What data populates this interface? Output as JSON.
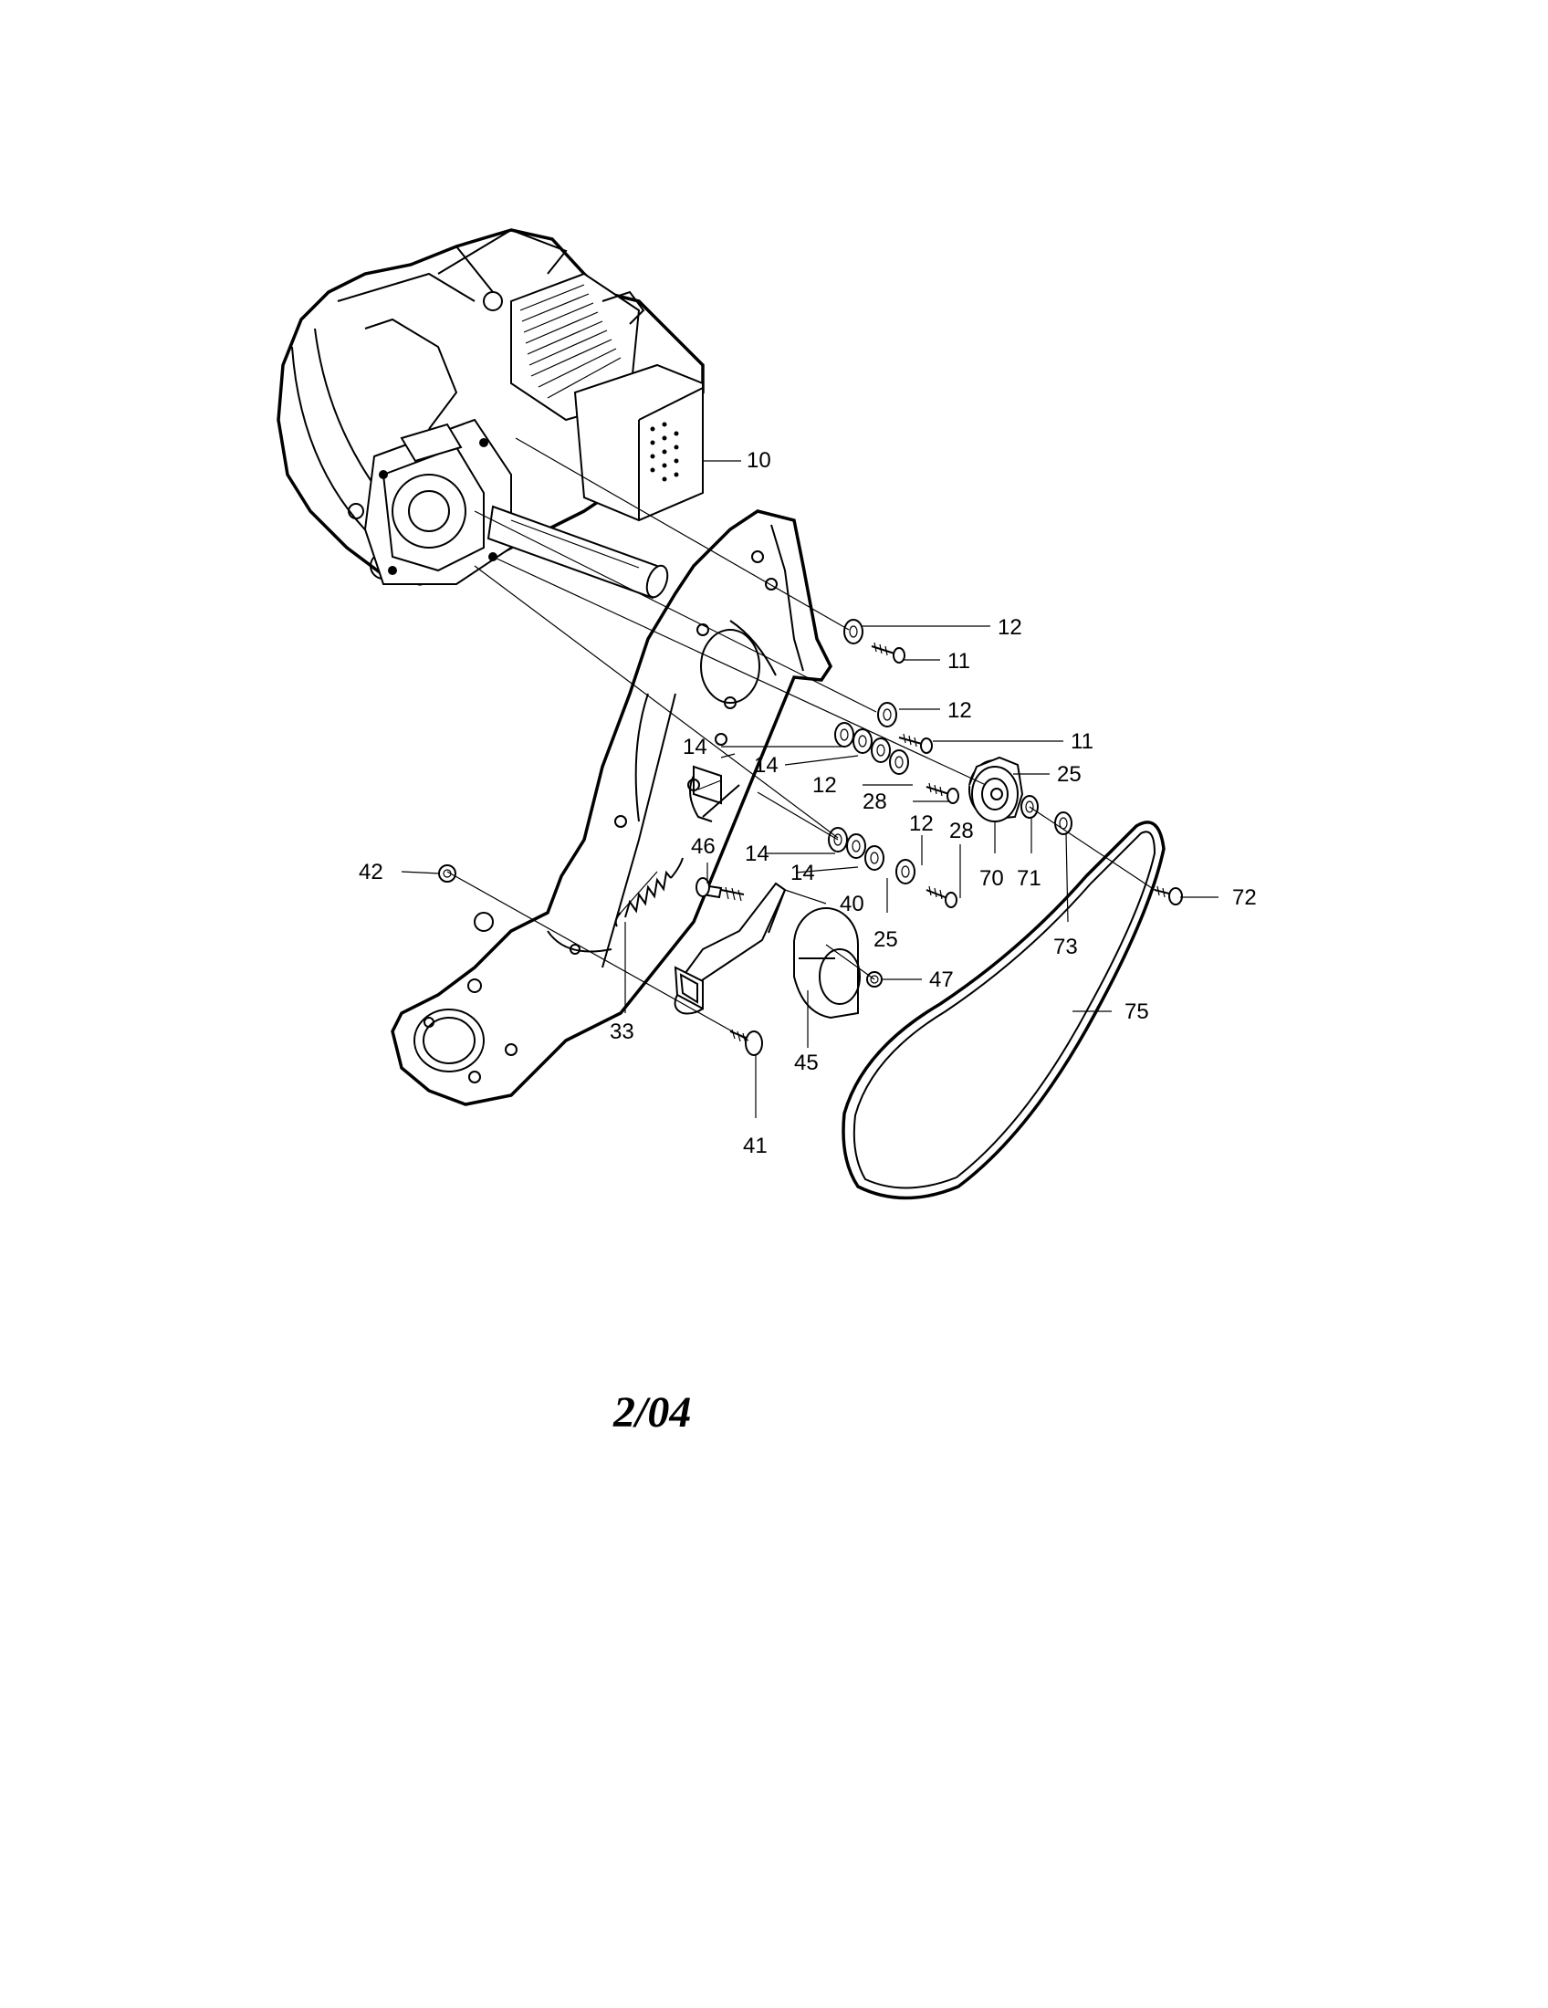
{
  "diagram": {
    "date_code": "2/04",
    "labels": [
      {
        "id": "10",
        "text": "10"
      },
      {
        "id": "12a",
        "text": "12"
      },
      {
        "id": "11a",
        "text": "11"
      },
      {
        "id": "12b",
        "text": "12"
      },
      {
        "id": "11b",
        "text": "11"
      },
      {
        "id": "14a",
        "text": "14"
      },
      {
        "id": "14b",
        "text": "14"
      },
      {
        "id": "25a",
        "text": "25"
      },
      {
        "id": "12c",
        "text": "12"
      },
      {
        "id": "28a",
        "text": "28"
      },
      {
        "id": "46",
        "text": "46"
      },
      {
        "id": "12d",
        "text": "12"
      },
      {
        "id": "28b",
        "text": "28"
      },
      {
        "id": "14c",
        "text": "14"
      },
      {
        "id": "70",
        "text": "70"
      },
      {
        "id": "71",
        "text": "71"
      },
      {
        "id": "14d",
        "text": "14"
      },
      {
        "id": "42",
        "text": "42"
      },
      {
        "id": "40",
        "text": "40"
      },
      {
        "id": "72",
        "text": "72"
      },
      {
        "id": "25b",
        "text": "25"
      },
      {
        "id": "73",
        "text": "73"
      },
      {
        "id": "47",
        "text": "47"
      },
      {
        "id": "33",
        "text": "33"
      },
      {
        "id": "75",
        "text": "75"
      },
      {
        "id": "45",
        "text": "45"
      },
      {
        "id": "41",
        "text": "41"
      }
    ]
  }
}
